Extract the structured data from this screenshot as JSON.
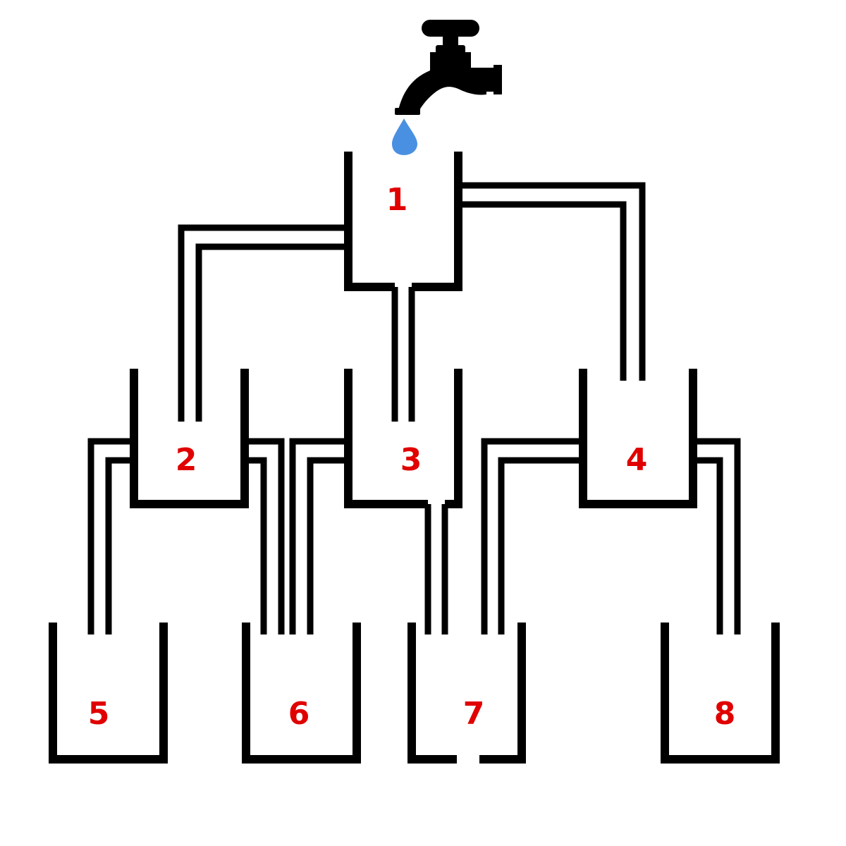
{
  "colors": {
    "pipe": "#000000",
    "label": "#e00000",
    "drop": "#4a90e2",
    "background": "#ffffff"
  },
  "icons": {
    "faucet": "faucet-icon",
    "drop": "water-drop-icon"
  },
  "containers": [
    {
      "id": "container-1",
      "label": "1"
    },
    {
      "id": "container-2",
      "label": "2"
    },
    {
      "id": "container-3",
      "label": "3"
    },
    {
      "id": "container-4",
      "label": "4"
    },
    {
      "id": "container-5",
      "label": "5"
    },
    {
      "id": "container-6",
      "label": "6"
    },
    {
      "id": "container-7",
      "label": "7"
    },
    {
      "id": "container-8",
      "label": "8"
    }
  ]
}
